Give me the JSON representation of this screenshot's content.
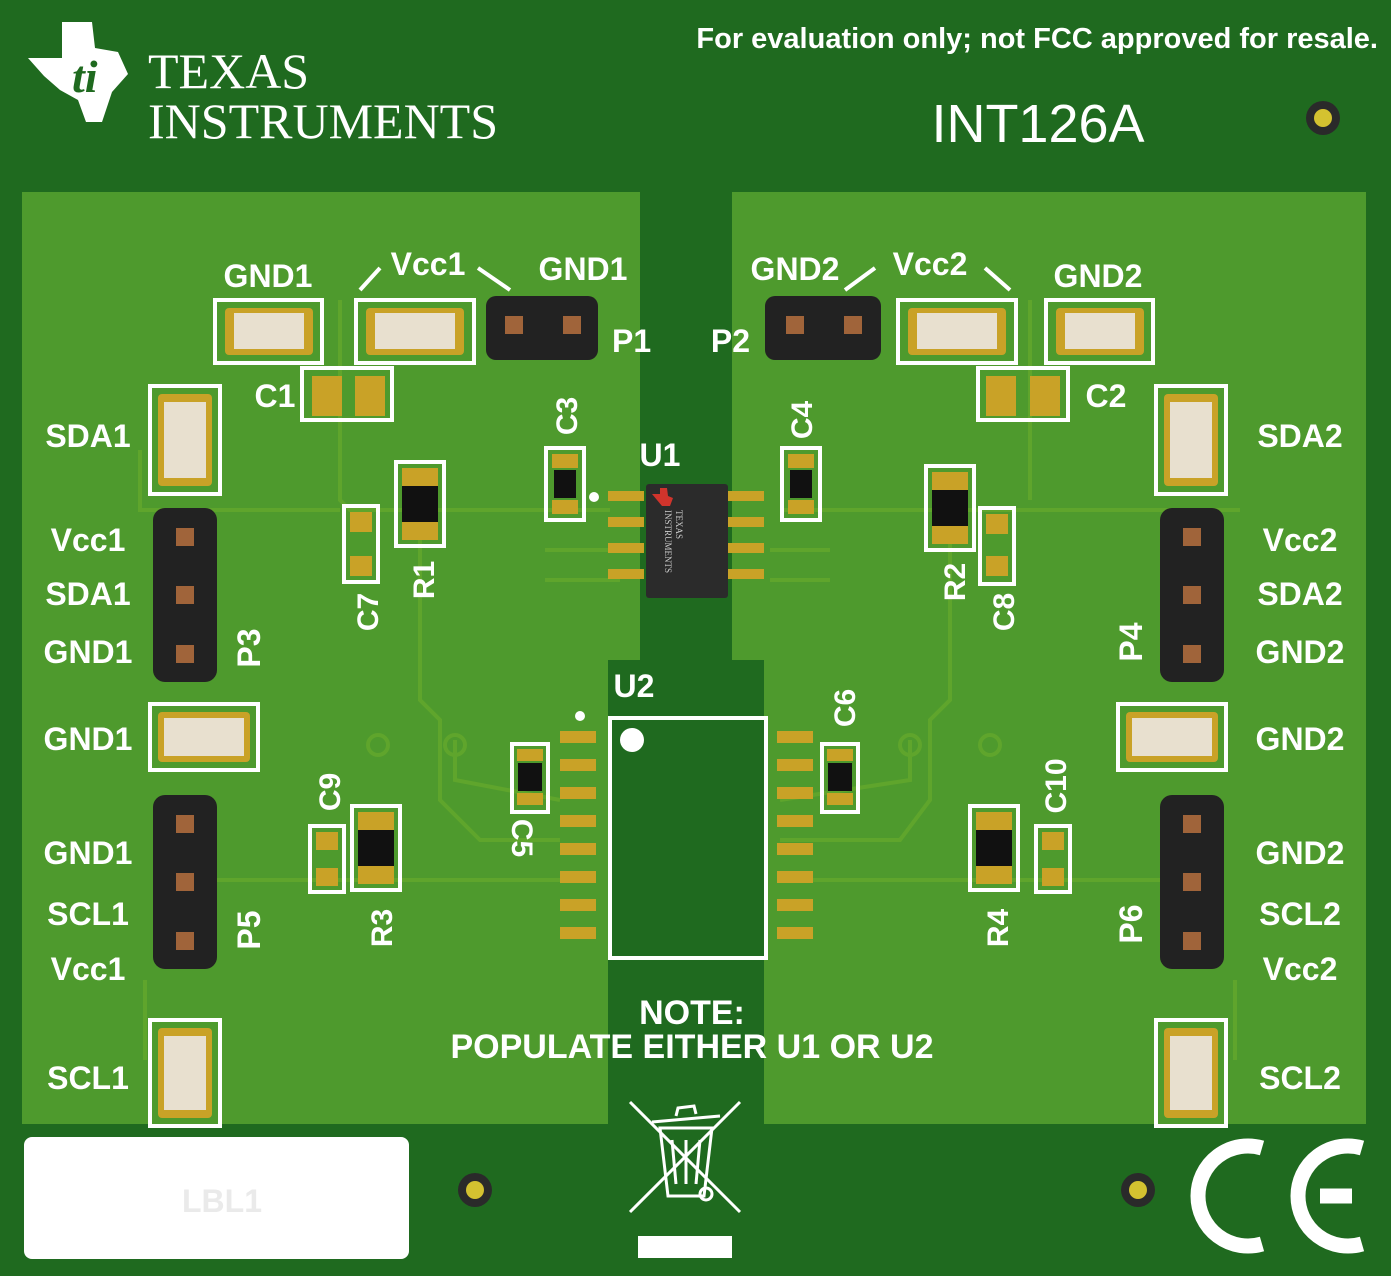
{
  "board": {
    "brand_line1": "TEXAS",
    "brand_line2": "INSTRUMENTS",
    "notice": "For evaluation only; not FCC approved for resale.",
    "board_id": "INT126A",
    "note_title": "NOTE:",
    "note_text": "POPULATE EITHER U1 OR U2",
    "label_placeholder": "LBL1",
    "ce_mark": "CE"
  },
  "left_labels": {
    "gnd1_top": "GND1",
    "vcc1_top": "Vcc1",
    "gnd1_top2": "GND1",
    "p1": "P1",
    "c1": "C1",
    "sda1_tp": "SDA1",
    "vcc1_p3": "Vcc1",
    "sda1_p3": "SDA1",
    "gnd1_p3": "GND1",
    "p3": "P3",
    "gnd1_tp": "GND1",
    "gnd1_p5": "GND1",
    "scl1_p5": "SCL1",
    "vcc1_p5": "Vcc1",
    "p5": "P5",
    "scl1_tp": "SCL1",
    "c3": "C3",
    "c7": "C7",
    "r1": "R1",
    "c9": "C9",
    "r3": "R3",
    "c5": "C5"
  },
  "right_labels": {
    "gnd2_top": "GND2",
    "vcc2_top": "Vcc2",
    "gnd2_top2": "GND2",
    "p2": "P2",
    "c2": "C2",
    "sda2_tp": "SDA2",
    "vcc2_p4": "Vcc2",
    "sda2_p4": "SDA2",
    "gnd2_p4": "GND2",
    "p4": "P4",
    "gnd2_tp": "GND2",
    "gnd2_p6": "GND2",
    "scl2_p6": "SCL2",
    "vcc2_p6": "Vcc2",
    "p6": "P6",
    "scl2_tp": "SCL2",
    "c4": "C4",
    "c8": "C8",
    "r2": "R2",
    "c10": "C10",
    "r4": "R4",
    "c6": "C6"
  },
  "chips": {
    "u1": "U1",
    "u2": "U2",
    "u1_marking_line1": "TEXAS",
    "u1_marking_line2": "INSTRUMENTS"
  },
  "colors": {
    "board_dark": "#1f6a1f",
    "board_light": "#4e9a2d",
    "silkscreen": "#ffffff",
    "pad_gold": "#c9a227"
  }
}
